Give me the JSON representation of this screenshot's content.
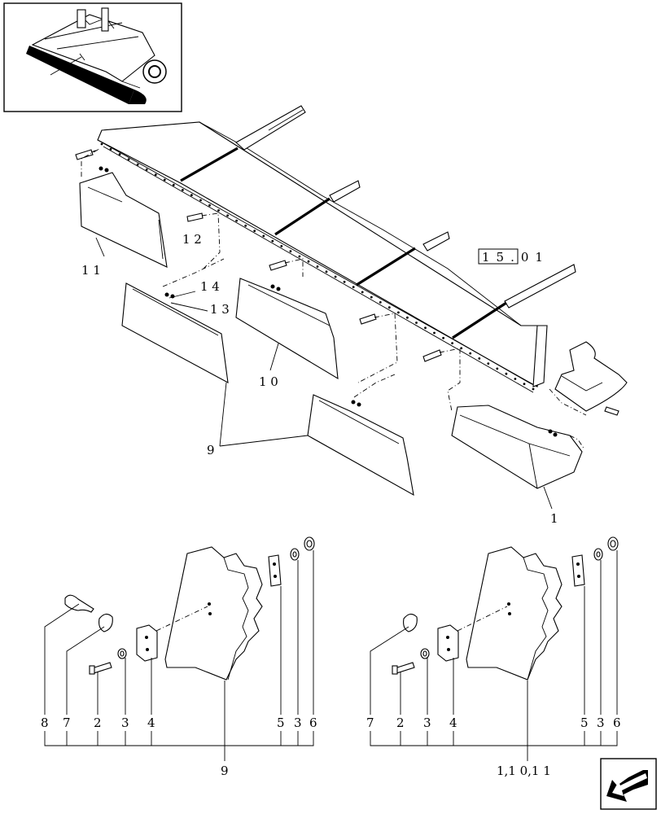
{
  "diagram": {
    "reference_code": "15.01",
    "callouts": {
      "item_1": "1",
      "item_9": "9",
      "item_10": "1 0",
      "item_11": "1 1",
      "item_12": "1 2",
      "item_13": "1 3",
      "item_14": "1 4"
    },
    "detail_left": {
      "numbers": [
        "8",
        "7",
        "2",
        "3",
        "4",
        "5",
        "3",
        "6"
      ],
      "group_label": "9"
    },
    "detail_right": {
      "numbers": [
        "7",
        "2",
        "3",
        "4",
        "5",
        "3",
        "6"
      ],
      "group_label": "1,1 0,1 1"
    }
  },
  "navigation": {
    "icon": "arrow-back-icon"
  }
}
